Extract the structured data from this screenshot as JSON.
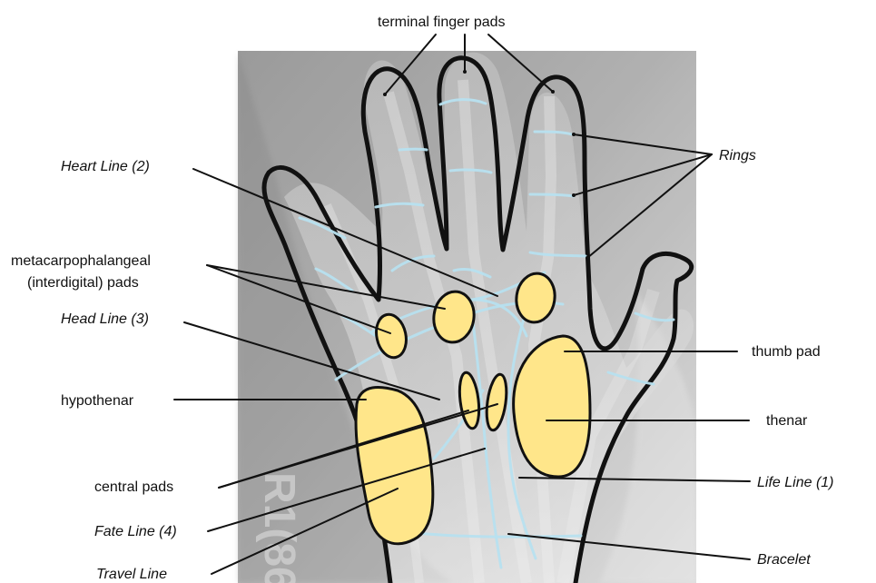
{
  "labels": {
    "terminal_finger_pads": "terminal finger pads",
    "rings": "Rings",
    "heart_line": "Heart Line (2)",
    "metacarpophalangeal_line_1": "metacarpophalangeal",
    "metacarpophalangeal_line_2": "(interdigital) pads",
    "head_line": "Head Line (3)",
    "thumb_pad": "thumb pad",
    "hypothenar": "hypothenar",
    "thenar": "thenar",
    "central_pads": "central pads",
    "life_line": "Life Line (1)",
    "fate_line": "Fate Line (4)",
    "bracelet": "Bracelet",
    "travel_line": "Travel Line"
  },
  "colors": {
    "pad_fill": "#ffe68a",
    "outline": "#111111",
    "crease": "#b7e0ef",
    "xray_background": "#9c9c9c"
  }
}
